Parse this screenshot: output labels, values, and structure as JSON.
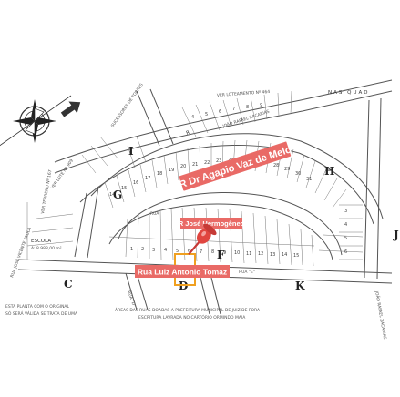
{
  "map": {
    "labels": {
      "street_main": "R Dr Agapio Vaz de Melo",
      "street_secondary": "R José Hermogêneo",
      "street_bottom": "Rua Luiz Antonio Tomaz"
    },
    "plan_text": {
      "lotes_top": "VER LOTEAMENTO Nº 464",
      "nas_quadra": "NAS QUAD",
      "joao_rafael_top": "JOÃO RAFAEL ZACARIAS",
      "joao_rafael_right": "JOÃO RAFAEL ZACARIAS",
      "sucessores": "SUCESSORES DE TORRES",
      "ver_lote": "VER LOTE Nº 909",
      "escola": "ESCOLA",
      "escola_area": "A: 8.988,00 m²",
      "ver_terreno": "VER TERRENO Nº 167",
      "vicente": "RUA JOSÉ VICENTE PAULA",
      "note_left_1": "ESTA PLANTA COM O ORIGINAL",
      "note_left_2": "SÓ SERÁ VÁLIDA SE TRATA DE UMA",
      "note_center_1": "ÁREAS DAS RUAS DOADAS A PREFEITURA MUNICIPAL DE JUIZ DE FORA",
      "note_center_2": "ESCRITURA LAVRADA NO CARTÓRIO ORMINDO MAIA",
      "rua_label": "RUA",
      "rua_d": "RUA \"D\"",
      "rua_e": "RUA \"E\"",
      "r_letter": "R"
    },
    "blocks": [
      "I",
      "H",
      "J",
      "G",
      "F",
      "C",
      "D",
      "K"
    ],
    "colors": {
      "pin": "#e0453f",
      "label_bg": "#e96a66",
      "highlight": "#f0a020",
      "line": "#555555"
    }
  }
}
